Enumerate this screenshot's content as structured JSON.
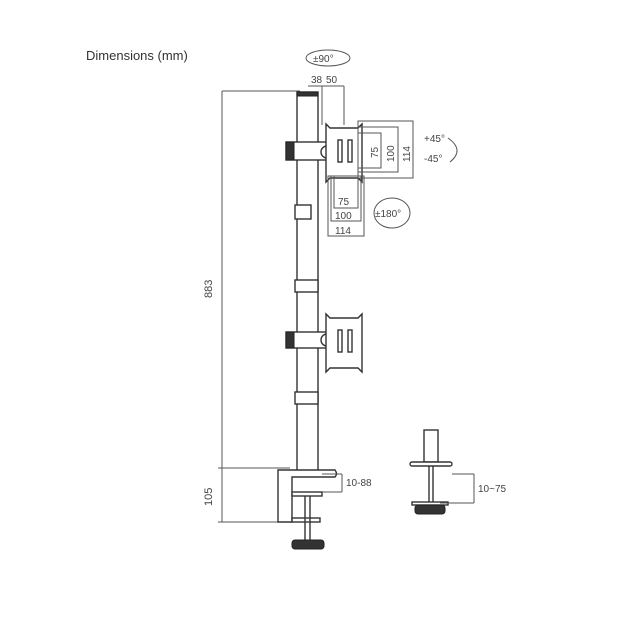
{
  "title": "Dimensions (mm)",
  "labels": {
    "total_height": "883",
    "clamp_height": "105",
    "rotate_top": "±90°",
    "offset_a": "38",
    "offset_b": "50",
    "vesa_v_75": "75",
    "vesa_v_100": "100",
    "vesa_v_114": "114",
    "vesa_h_75": "75",
    "vesa_h_100": "100",
    "vesa_h_114": "114",
    "tilt_up": "+45°",
    "tilt_down": "-45°",
    "rotate_rear": "±180°",
    "clamp_range": "10-88",
    "grommet_range": "10~75"
  }
}
